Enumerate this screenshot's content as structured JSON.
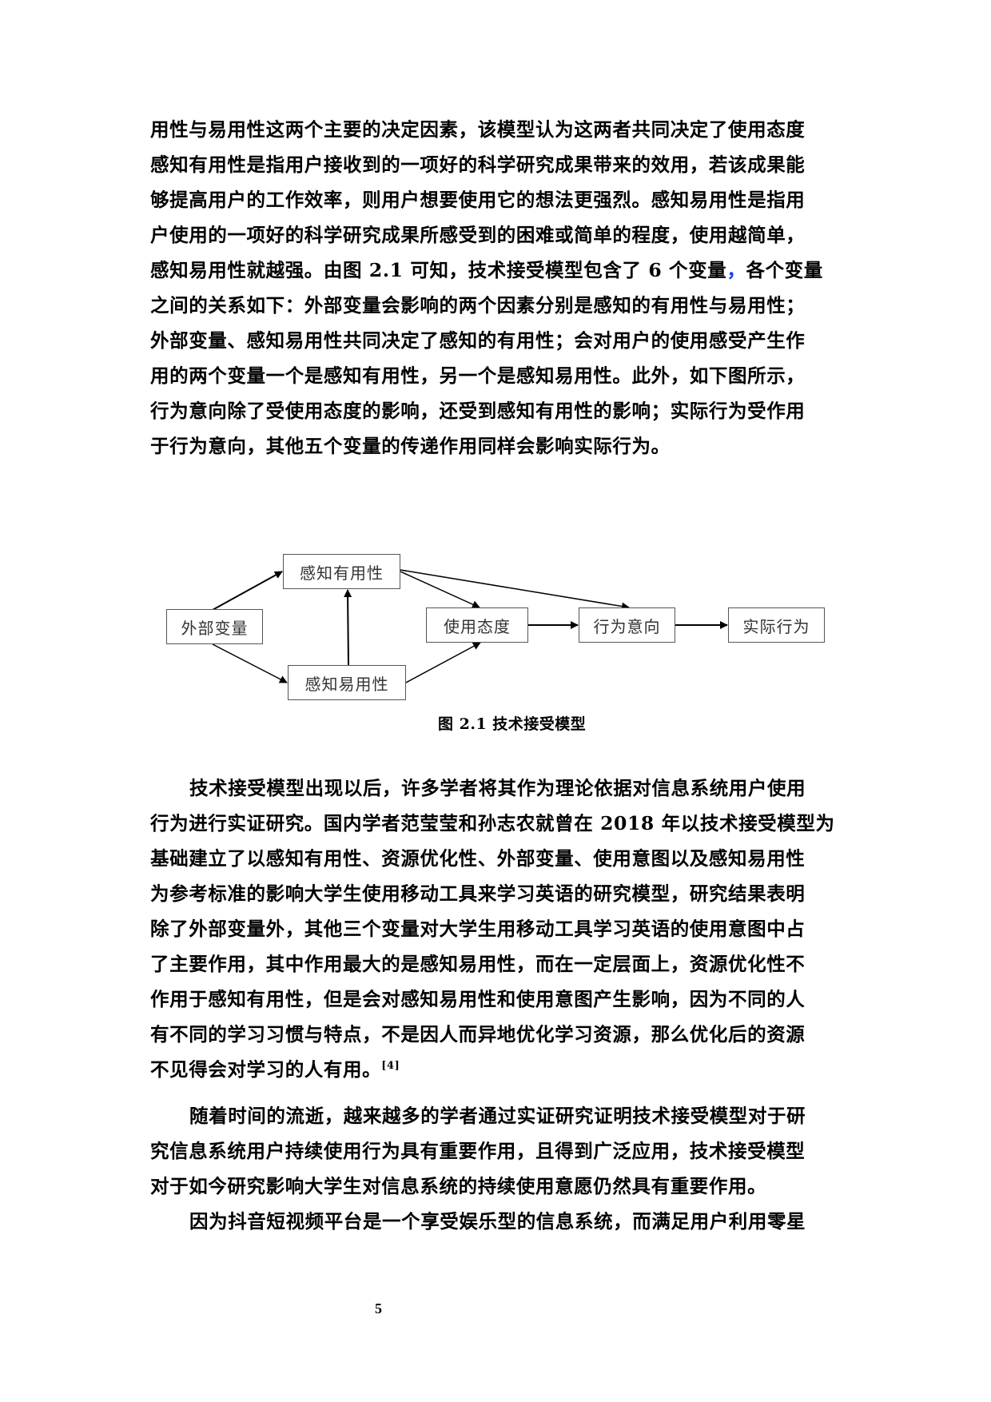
{
  "paragraph1": {
    "lines": [
      "用性与易用性这两个主要的决定因素，该模型认为这两者共同决定了使用态度",
      "感知有用性是指用户接收到的一项好的科学研究成果带来的效用，若该成果能",
      "够提高用户的工作效率，则用户想要使用它的想法更强烈。感知易用性是指用",
      "户使用的一项好的科学研究成果所感受到的困难或简单的程度，使用越简单，",
      "感知易用性就越强。由图 2.1 可知，技术接受模型包含了 6 个变量",
      "之间的关系如下：外部变量会影响的两个因素分别是感知的有用性与易用性；",
      "外部变量、感知易用性共同决定了感知的有用性；会对用户的使用感受产生作",
      "用的两个变量一个是感知有用性，另一个是感知易用性。此外，如下图所示，",
      "行为意向除了受使用态度的影响，还受到感知有用性的影响；实际行为受作用",
      "于行为意向，其他五个变量的传递作用同样会影响实际行为。"
    ],
    "line5_blue_comma": "，",
    "line5_tail": "各个变量"
  },
  "figure": {
    "caption": "图 2.1  技术接受模型",
    "nodes": {
      "perceived_usefulness": "感知有用性",
      "external_variables": "外部变量",
      "attitude": "使用态度",
      "intention": "行为意向",
      "actual_behavior": "实际行为",
      "perceived_ease_of_use": "感知易用性"
    },
    "edges": [
      [
        "外部变量",
        "感知有用性"
      ],
      [
        "外部变量",
        "感知易用性"
      ],
      [
        "感知易用性",
        "感知有用性"
      ],
      [
        "感知有用性",
        "使用态度"
      ],
      [
        "感知有用性",
        "行为意向"
      ],
      [
        "感知易用性",
        "使用态度"
      ],
      [
        "使用态度",
        "行为意向"
      ],
      [
        "行为意向",
        "实际行为"
      ]
    ]
  },
  "paragraph2": {
    "lines": [
      "技术接受模型出现以后，许多学者将其作为理论依据对信息系统用户使用",
      "行为进行实证研究。国内学者范莹莹和孙志农就曾在 2018 年以技术接受模型为",
      "基础建立了以感知有用性、资源优化性、外部变量、使用意图以及感知易用性",
      "为参考标准的影响大学生使用移动工具来学习英语的研究模型，研究结果表明",
      "除了外部变量外，其他三个变量对大学生用移动工具学习英语的使用意图中占",
      "了主要作用，其中作用最大的是感知易用性，而在一定层面上，资源优化性不",
      "作用于感知有用性，但是会对感知易用性和使用意图产生影响，因为不同的人",
      "有不同的学习习惯与特点，不是因人而异地优化学习资源，那么优化后的资源",
      "不见得会对学习的人有用。"
    ],
    "citation": "[4]"
  },
  "paragraph3": {
    "lines": [
      "随着时间的流逝，越来越多的学者通过实证研究证明技术接受模型对于研",
      "究信息系统用户持续使用行为具有重要作用，且得到广泛应用，技术接受模型",
      "对于如今研究影响大学生对信息系统的持续使用意愿仍然具有重要作用。"
    ]
  },
  "paragraph4": {
    "lines": [
      "因为抖音短视频平台是一个享受娱乐型的信息系统，而满足用户利用零星"
    ]
  },
  "footer": {
    "page_number": "5"
  }
}
